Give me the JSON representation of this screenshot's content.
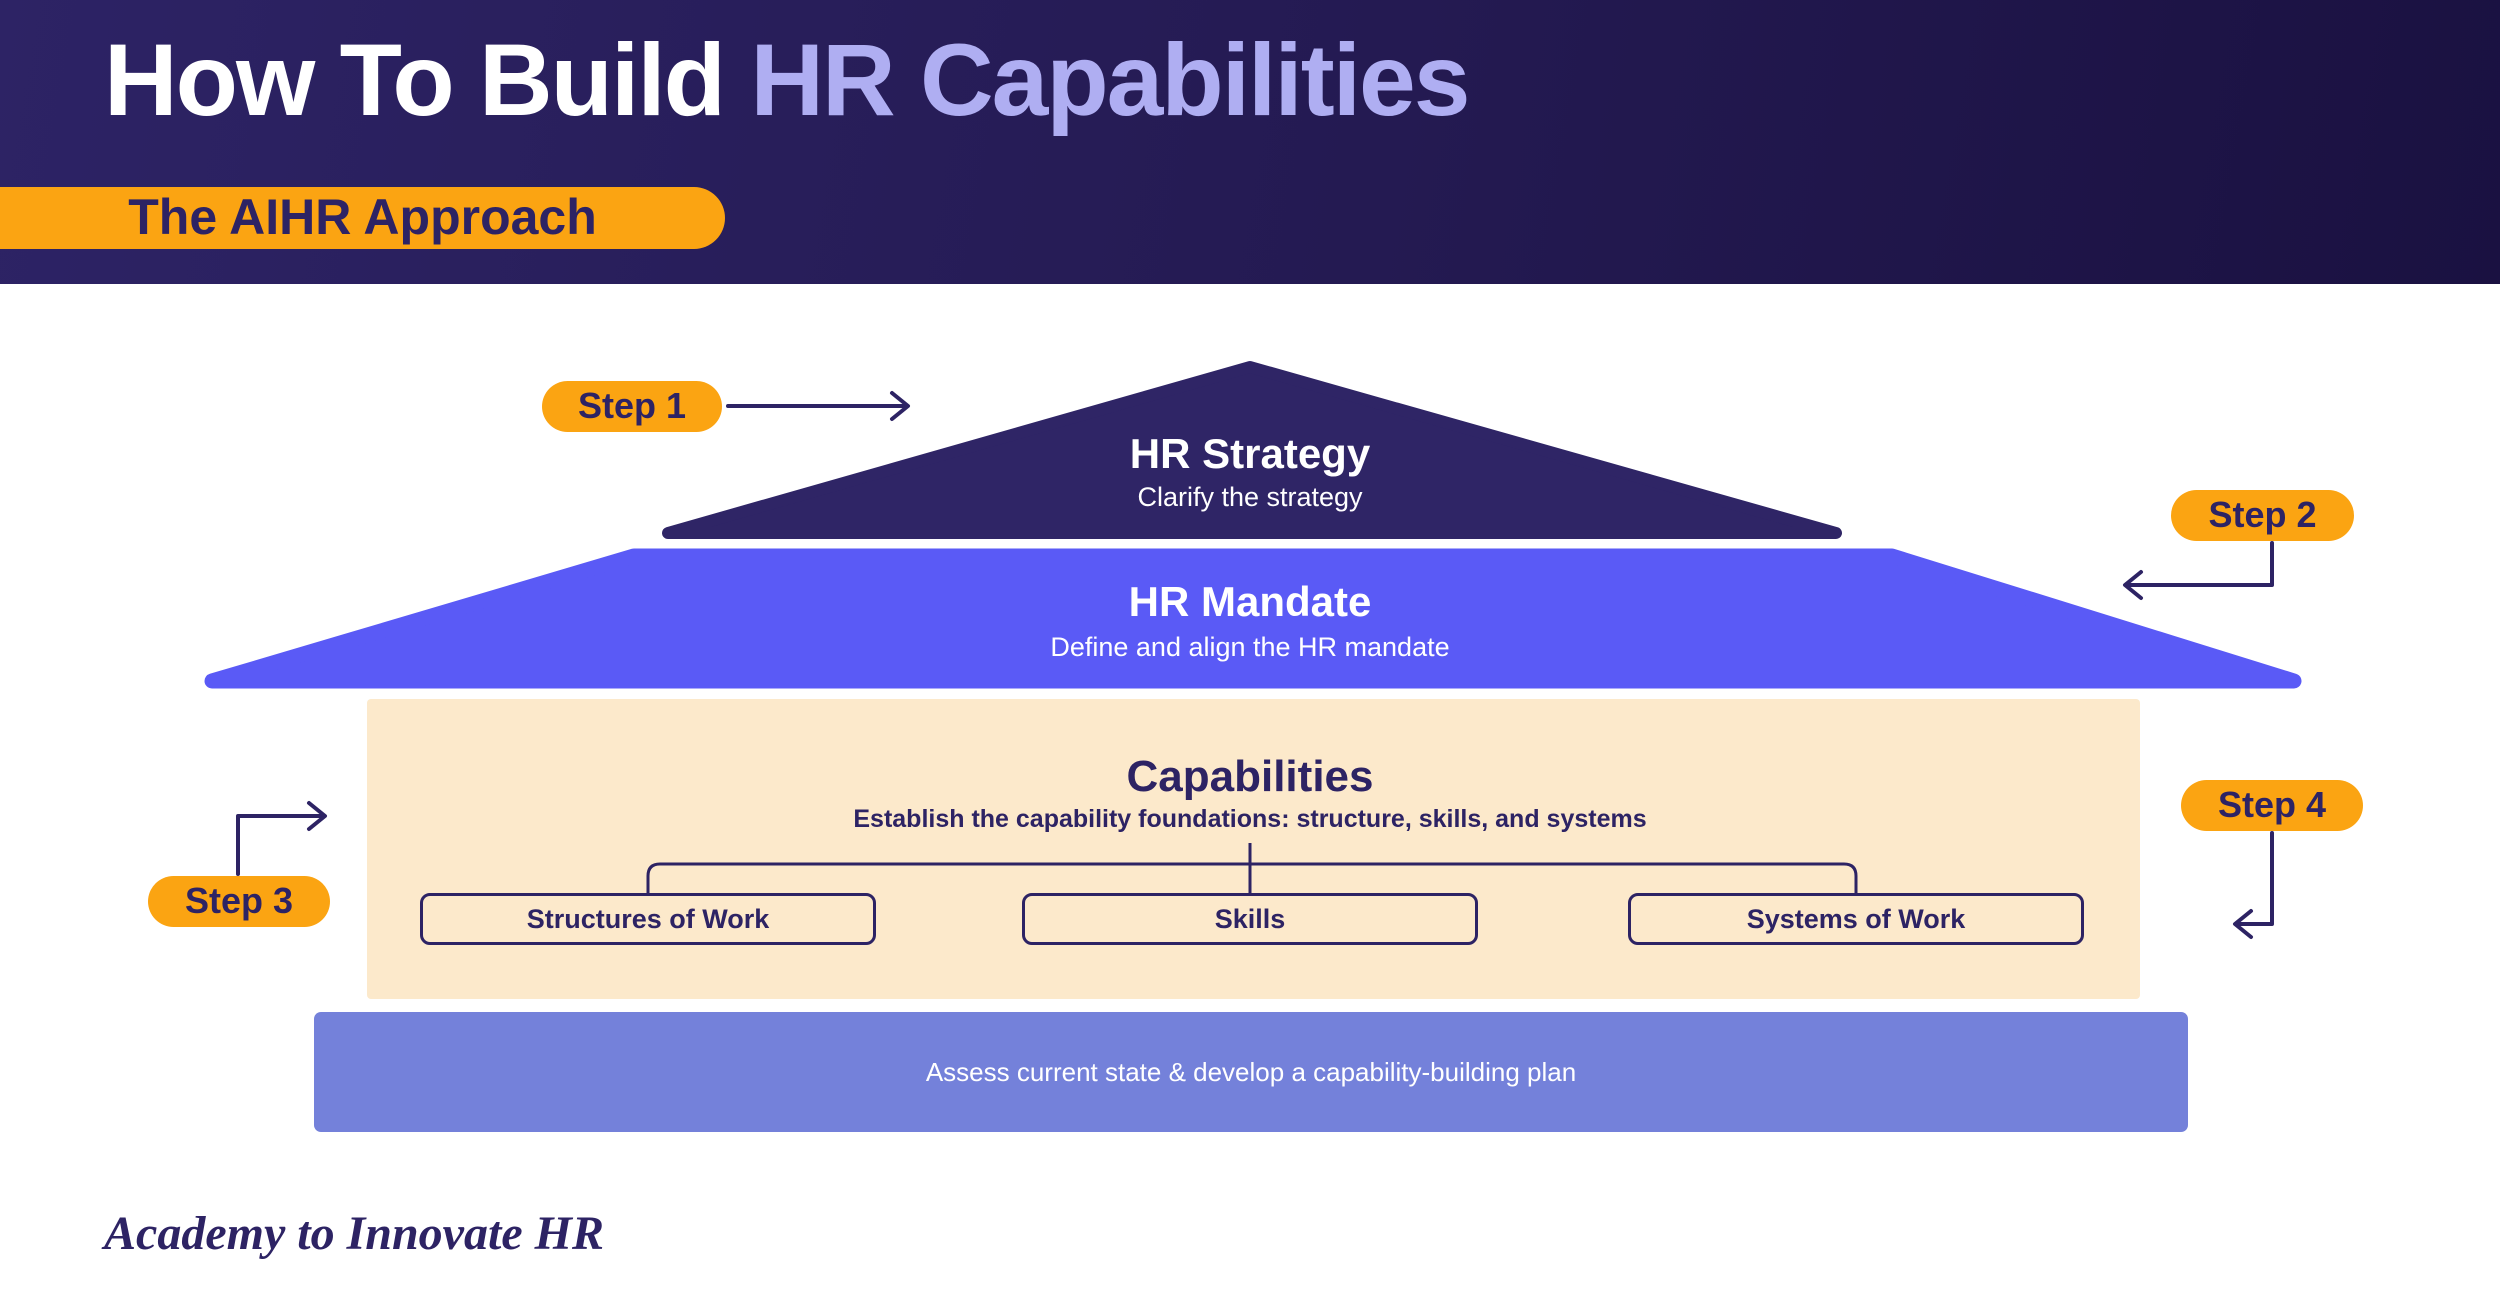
{
  "palette": {
    "header_start": "#2d2365",
    "header_end": "#1a1141",
    "orange": "#fba412",
    "dark_purple": "#2d2364",
    "roof_top": "#2f2566",
    "roof_mid": "#5a5af6",
    "body_cream": "#fce9cb",
    "base_blue": "#7481da",
    "title_accent": "#afaef2"
  },
  "header": {
    "title_primary": "How To Build ",
    "title_accent": "HR Capabilities",
    "badge": "The AIHR Approach"
  },
  "steps": [
    {
      "label": "Step 1"
    },
    {
      "label": "Step 2"
    },
    {
      "label": "Step 3"
    },
    {
      "label": "Step 4"
    }
  ],
  "pyramid": {
    "strategy": {
      "title": "HR Strategy",
      "subtitle": "Clarify the strategy"
    },
    "mandate": {
      "title": "HR Mandate",
      "subtitle": "Define and align the HR mandate"
    },
    "capabilities": {
      "title": "Capabilities",
      "subtitle": "Establish the capability foundations: structure, skills, and systems",
      "boxes": [
        {
          "label": "Structures of Work"
        },
        {
          "label": "Skills"
        },
        {
          "label": "Systems of Work"
        }
      ]
    },
    "base": {
      "label": "Assess current state & develop a capability-building plan"
    }
  },
  "footer": {
    "brand": "Academy to Innovate HR"
  }
}
